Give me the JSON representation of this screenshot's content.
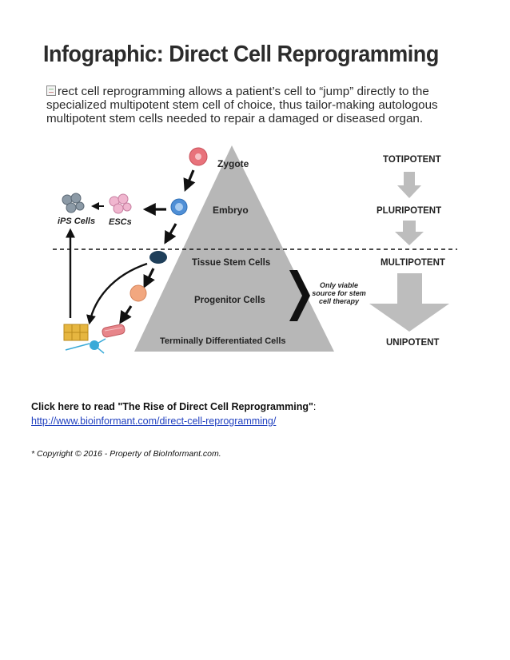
{
  "title": "Infographic: Direct Cell Reprogramming",
  "intro_lines": [
    "rect cell reprogramming allows a patient’s cell to “jump” directly to the",
    "specialized multipotent stem cell of choice, thus tailor-making autologous",
    "multipotent stem cells needed to repair a damaged or diseased organ."
  ],
  "diagram": {
    "pyramid_labels": {
      "zygote": "Zygote",
      "embryo": "Embryo",
      "tissue_stem_cells": "Tissue Stem Cells",
      "progenitor_cells": "Progenitor Cells",
      "terminally_differentiated": "Terminally Differentiated Cells"
    },
    "side_cells": {
      "ips": "iPS Cells",
      "escs": "ESCs"
    },
    "note_lines": [
      "Only viable",
      "source for stem",
      "cell therapy"
    ],
    "potency": {
      "totipotent": "TOTIPOTENT",
      "pluripotent": "PLURIPOTENT",
      "multipotent": "MULTIPOTENT",
      "unipotent": "UNIPOTENT"
    },
    "colors": {
      "pyramid": "#b7b7b7",
      "potency_arrow": "#bdbdbd",
      "zygote": "#e8727b",
      "embryo": "#4f8fd6",
      "tissue_stem": "#1f3f5a",
      "progenitor": "#f2a77f",
      "escs": "#f0b6cf",
      "ips": "#8c9aa6",
      "terminal_cells": "#e6b640",
      "neuron": "#3aaad8",
      "muscle": "#e7858a"
    }
  },
  "cta": {
    "label": "Click here to read \"The Rise of Direct Cell Reprogramming\"",
    "colon": ":",
    "url": "http://www.bioinformant.com/direct-cell-reprogramming/"
  },
  "copyright": "* Copyright © 2016 - Property of BioInformant.com."
}
